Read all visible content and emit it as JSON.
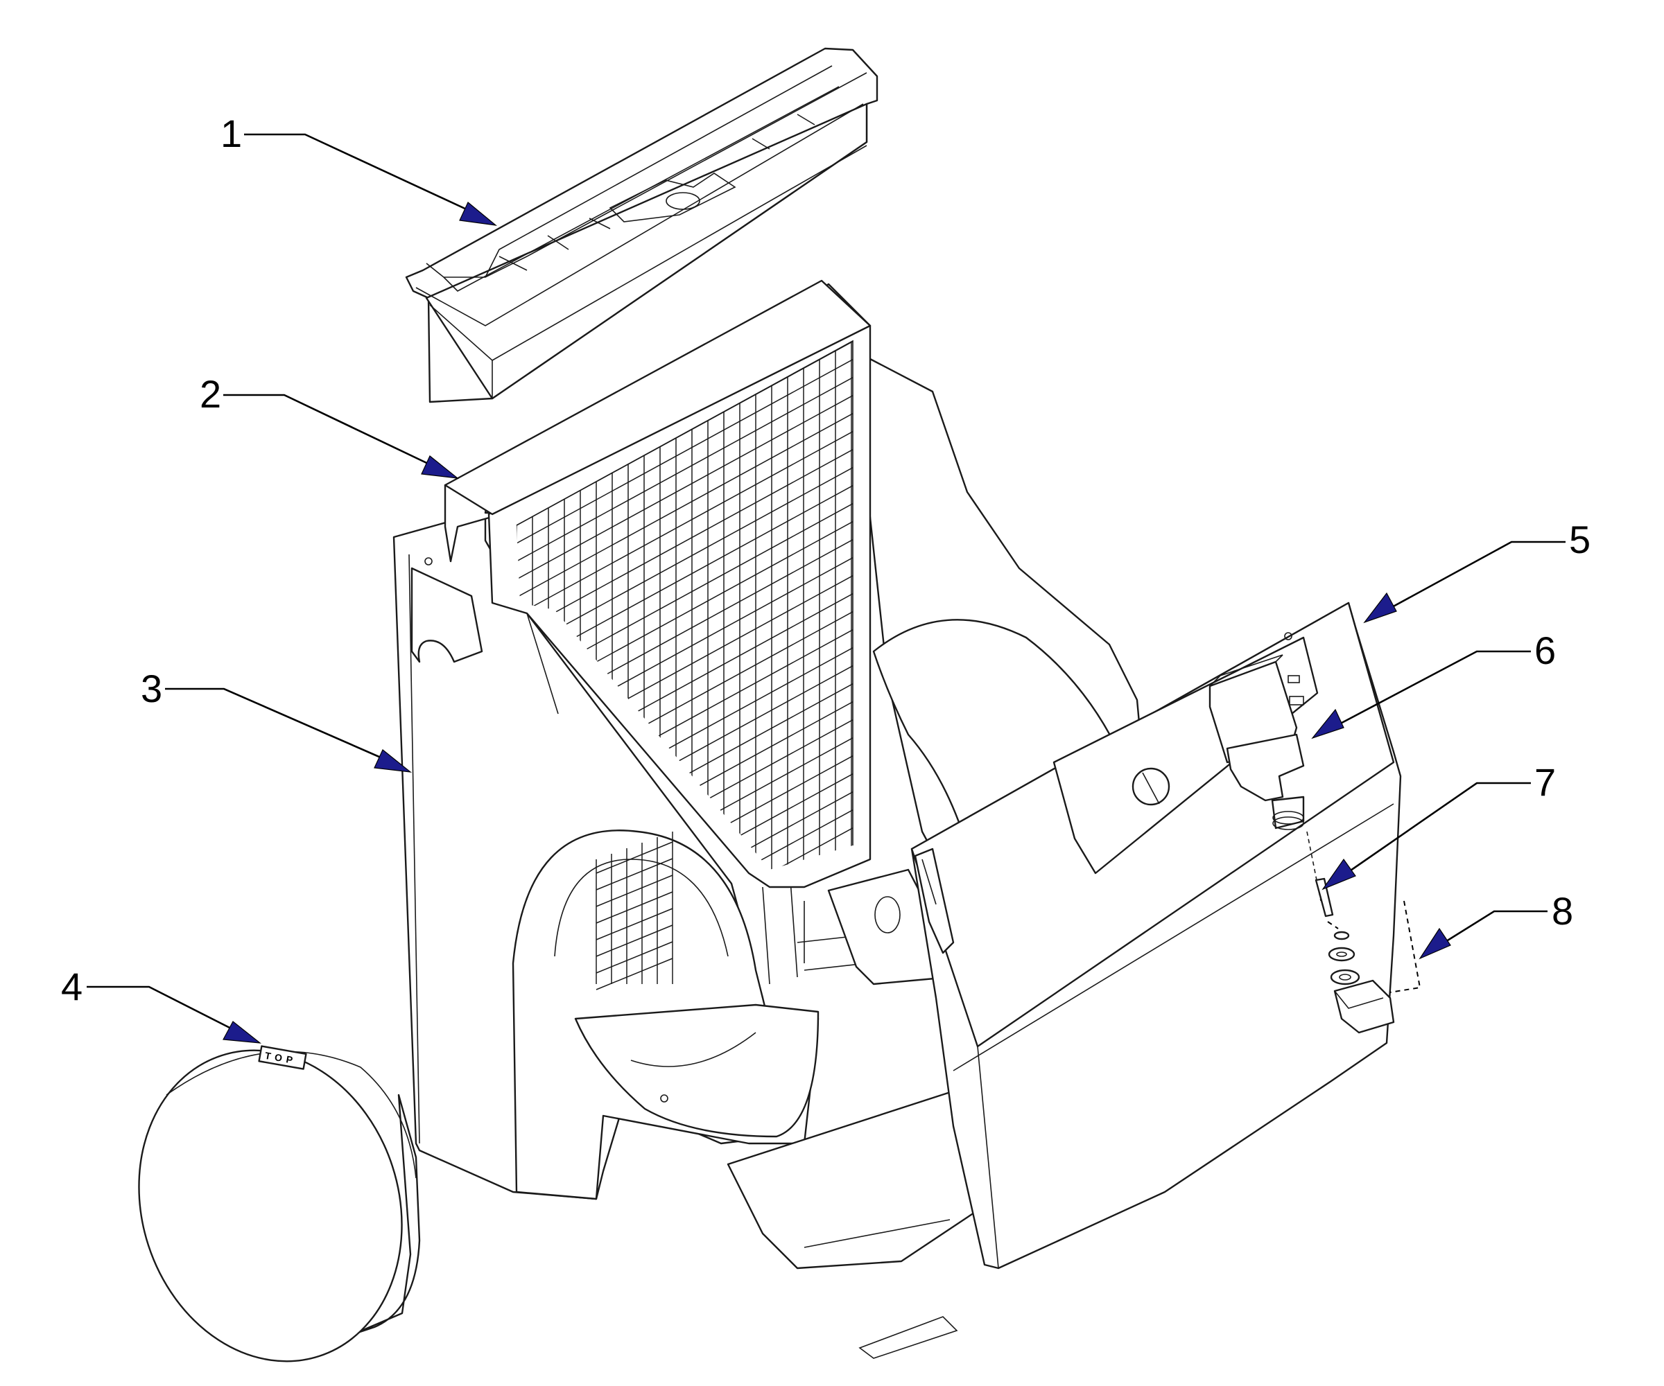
{
  "callouts": [
    {
      "id": "1",
      "label": "1"
    },
    {
      "id": "2",
      "label": "2"
    },
    {
      "id": "3",
      "label": "3"
    },
    {
      "id": "4",
      "label": "4"
    },
    {
      "id": "5",
      "label": "5"
    },
    {
      "id": "6",
      "label": "6"
    },
    {
      "id": "7",
      "label": "7"
    },
    {
      "id": "8",
      "label": "8"
    }
  ],
  "part4": {
    "stamp_text": "TOP"
  },
  "colors": {
    "arrow_fill": "#1c1c8c",
    "line": "#000000",
    "background": "#ffffff"
  }
}
